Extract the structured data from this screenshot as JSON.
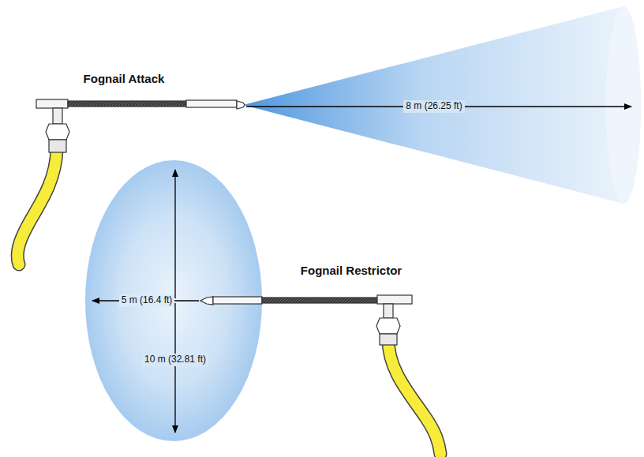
{
  "diagram": {
    "labels": [
      "Fognail Attack",
      "8 m (26.25 ft)",
      "Fognail Restrictor",
      "5 m (16.4 ft)",
      "10 m (32.81 ft)"
    ]
  }
}
